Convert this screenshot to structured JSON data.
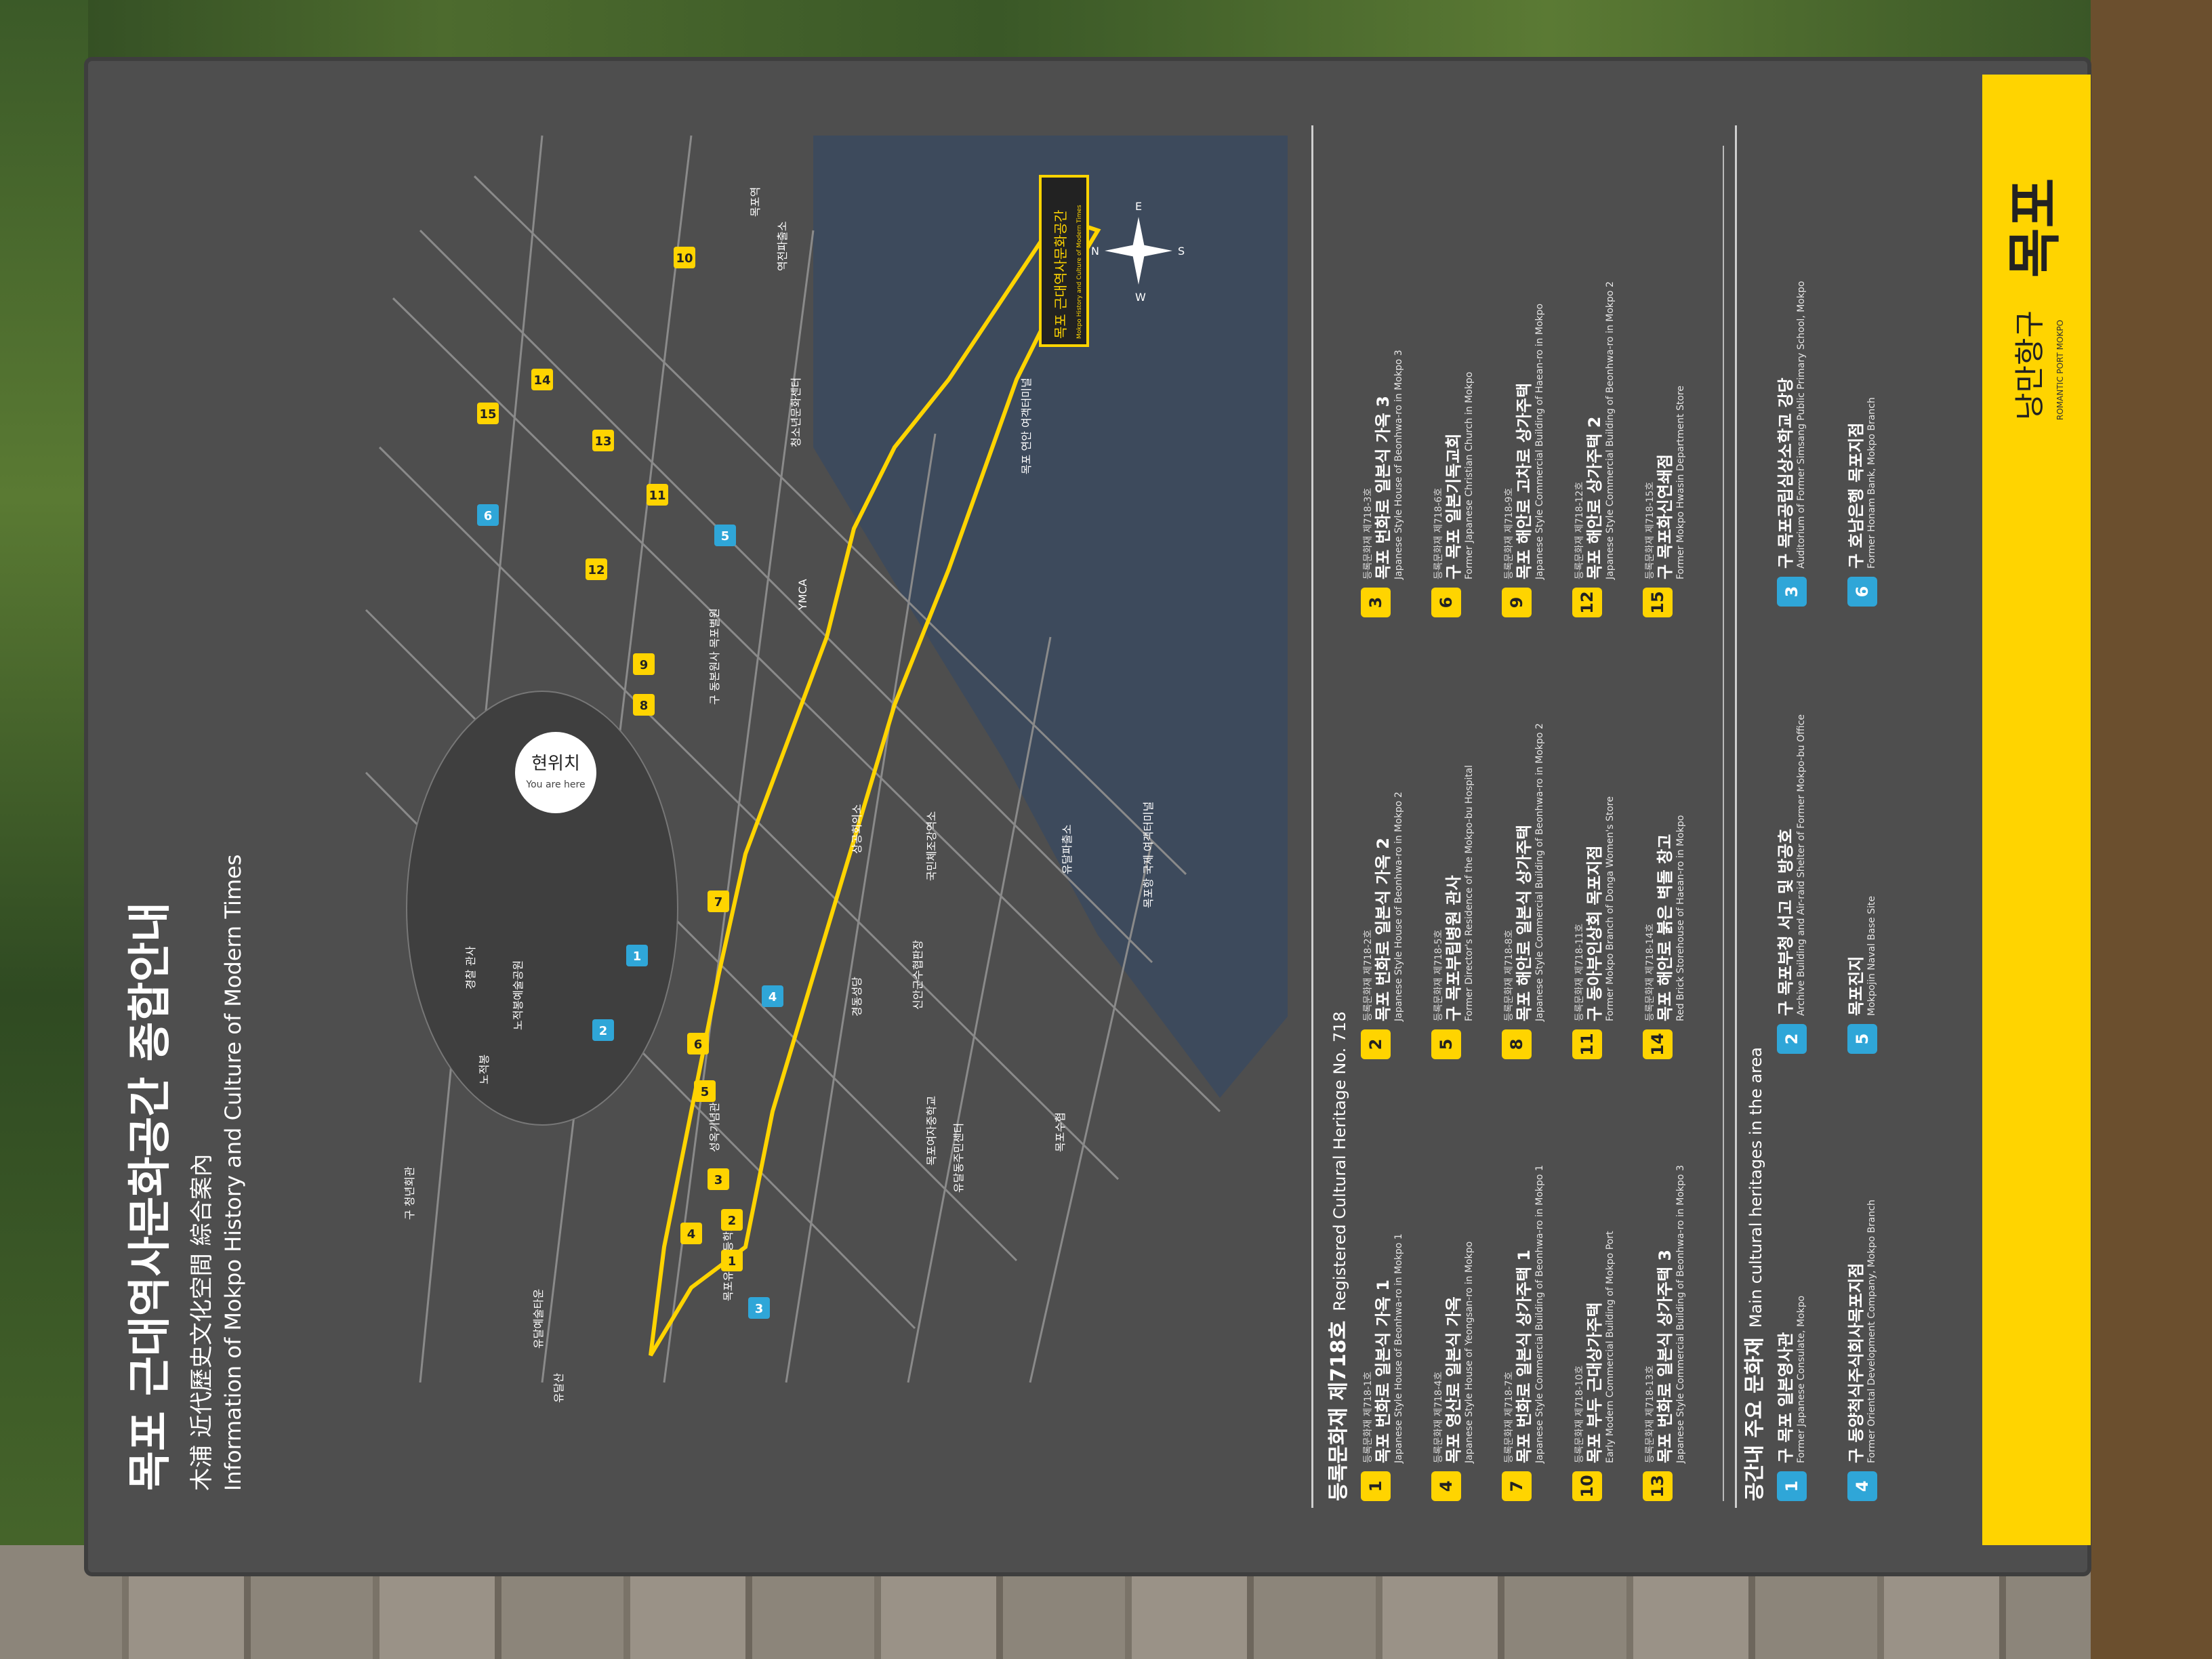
{
  "title": {
    "ko": "목포 근대역사문화공간 종합안내",
    "hanja": "木浦 近代歷史文化空間 綜合案內",
    "en": "Information of Mokpo History and Culture of Modern Times"
  },
  "brand": {
    "slogan": "낭만항구",
    "city": "목포",
    "en": "ROMANTIC PORT MOKPO"
  },
  "map": {
    "you_are_here_ko": "현위치",
    "you_are_here_en": "You are here",
    "area_label_ko": "목포 근대역사문화공간",
    "area_label_en": "Mokpo History and Culture of Modern Times",
    "compass": {
      "n": "N",
      "e": "E",
      "s": "S",
      "w": "W"
    },
    "places": [
      "목포역",
      "역전파출소",
      "목포 연안 여객터미널",
      "청소년문화센터",
      "YMCA",
      "구 동본원사 목포별원",
      "유달파출소",
      "목포항 국제 여객터미널",
      "국민체조강역소",
      "상공회의소",
      "신안군수협판장",
      "경동성당",
      "목포수협",
      "유달동주민센터",
      "목포유달초등학교",
      "노적봉예술공원",
      "노적봉",
      "경찰 관사",
      "유달예술타운",
      "유달산",
      "구 청년회관",
      "목포여자중학교",
      "성옥기념관"
    ],
    "markers_yellow": [
      "1",
      "2",
      "3",
      "4",
      "5",
      "6",
      "7",
      "8",
      "9",
      "10",
      "11",
      "12",
      "13",
      "14",
      "15"
    ],
    "markers_blue": [
      "1",
      "2",
      "3",
      "4",
      "5",
      "6"
    ]
  },
  "legend": {
    "registered_title": "등록문화재 제718호",
    "registered_title_en": "Registered Cultural Heritage No. 718",
    "registered": [
      {
        "n": "1",
        "reg": "등록문화재 제718-1호",
        "ko": "목포 번화로 일본식 가옥 1",
        "en": "Japanese Style House of Beonhwa-ro in Mokpo 1"
      },
      {
        "n": "4",
        "reg": "등록문화재 제718-4호",
        "ko": "목포 영산로 일본식 가옥",
        "en": "Japanese Style House of Yeongsan-ro in Mokpo"
      },
      {
        "n": "7",
        "reg": "등록문화재 제718-7호",
        "ko": "목포 번화로 일본식 상가주택 1",
        "en": "Japanese Style Commercial Building of Beonhwa-ro in Mokpo 1"
      },
      {
        "n": "10",
        "reg": "등록문화재 제718-10호",
        "ko": "목포 부두 근대상가주택",
        "en": "Early Modern Commercial Building of Mokpo Port"
      },
      {
        "n": "13",
        "reg": "등록문화재 제718-13호",
        "ko": "목포 번화로 일본식 상가주택 3",
        "en": "Japanese Style Commercial Building of Beonhwa-ro in Mokpo 3"
      },
      {
        "n": "2",
        "reg": "등록문화재 제718-2호",
        "ko": "목포 번화로 일본식 가옥 2",
        "en": "Japanese Style House of Beonhwa-ro in Mokpo 2"
      },
      {
        "n": "5",
        "reg": "등록문화재 제718-5호",
        "ko": "구 목포부립병원 관사",
        "en": "Former Director's Residence of the Mokpo-bu Hospital"
      },
      {
        "n": "8",
        "reg": "등록문화재 제718-8호",
        "ko": "목포 해안로 일본식 상가주택",
        "en": "Japanese Style Commercial Building of Beonhwa-ro in Mokpo 2"
      },
      {
        "n": "11",
        "reg": "등록문화재 제718-11호",
        "ko": "구 동아부인상회 목포지점",
        "en": "Former Mokpo Branch of Donga Women's Store"
      },
      {
        "n": "14",
        "reg": "등록문화재 제718-14호",
        "ko": "목포 해안로 붉은 벽돌 창고",
        "en": "Red Brick Storehouse of Haean-ro in Mokpo"
      },
      {
        "n": "3",
        "reg": "등록문화재 제718-3호",
        "ko": "목포 번화로 일본식 가옥 3",
        "en": "Japanese Style House of Beonhwa-ro in Mokpo 3"
      },
      {
        "n": "6",
        "reg": "등록문화재 제718-6호",
        "ko": "구 목포 일본기독교회",
        "en": "Former Japanese Christian Church in Mokpo"
      },
      {
        "n": "9",
        "reg": "등록문화재 제718-9호",
        "ko": "목포 해안로 고차로 상가주택",
        "en": "Japanese Style Commercial Building of Haean-ro in Mokpo"
      },
      {
        "n": "12",
        "reg": "등록문화재 제718-12호",
        "ko": "목포 해안로 상가주택 2",
        "en": "Japanese Style Commercial Building of Beonhwa-ro in Mokpo 2"
      },
      {
        "n": "15",
        "reg": "등록문화재 제718-15호",
        "ko": "구 목포화신연쇄점",
        "en": "Former Mokpo Hwasin Department Store"
      }
    ],
    "main_title": "공간내 주요 문화재",
    "main_title_en": "Main cultural heritages in the area",
    "main": [
      {
        "n": "1",
        "ko": "구 목포 일본영사관",
        "en": "Former Japanese Consulate, Mokpo"
      },
      {
        "n": "4",
        "ko": "구 동양척식주식회사목포지점",
        "en": "Former Oriental Development Company, Mokpo Branch"
      },
      {
        "n": "2",
        "ko": "구 목포부청 서고 및 방공호",
        "en": "Archive Building and Air-raid Shelter of Former Mokpo-bu Office"
      },
      {
        "n": "5",
        "ko": "목포진지",
        "en": "Mokpojin Naval Base Site"
      },
      {
        "n": "3",
        "ko": "구 목포공립심상소학교 강당",
        "en": "Auditorium of Former Simsang Public Primary School, Mokpo"
      },
      {
        "n": "6",
        "ko": "구 호남은행 목포지점",
        "en": "Former Honam Bank, Mokpo Branch"
      }
    ]
  },
  "colors": {
    "board": "#4e4e4e",
    "accent": "#ffd400",
    "marker_blue": "#2fa6d8",
    "sea": "#3d4a5c"
  }
}
